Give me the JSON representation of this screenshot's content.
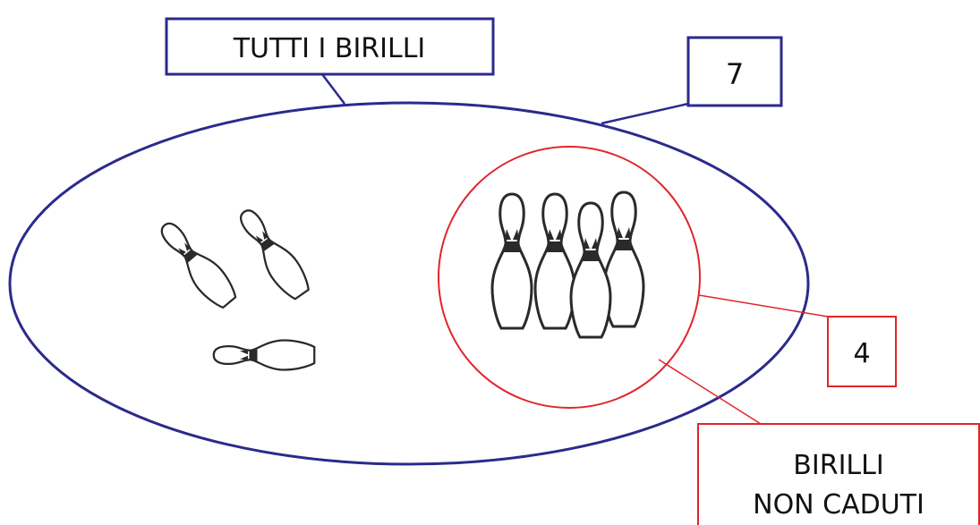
{
  "labels": {
    "all_pins": "TUTTI I BIRILLI",
    "all_pins_count": "7",
    "standing_count": "4",
    "standing_line1": "BIRILLI",
    "standing_line2": "NON CADUTI"
  },
  "colors": {
    "outer_set": "#2b2a8c",
    "inner_set": "#e0262b",
    "pin_outline": "#2a2a2a",
    "pin_band": "#2a2a2a"
  },
  "sets": {
    "all_pins_total": 7,
    "standing_pins": 4,
    "fallen_pins": 3
  }
}
